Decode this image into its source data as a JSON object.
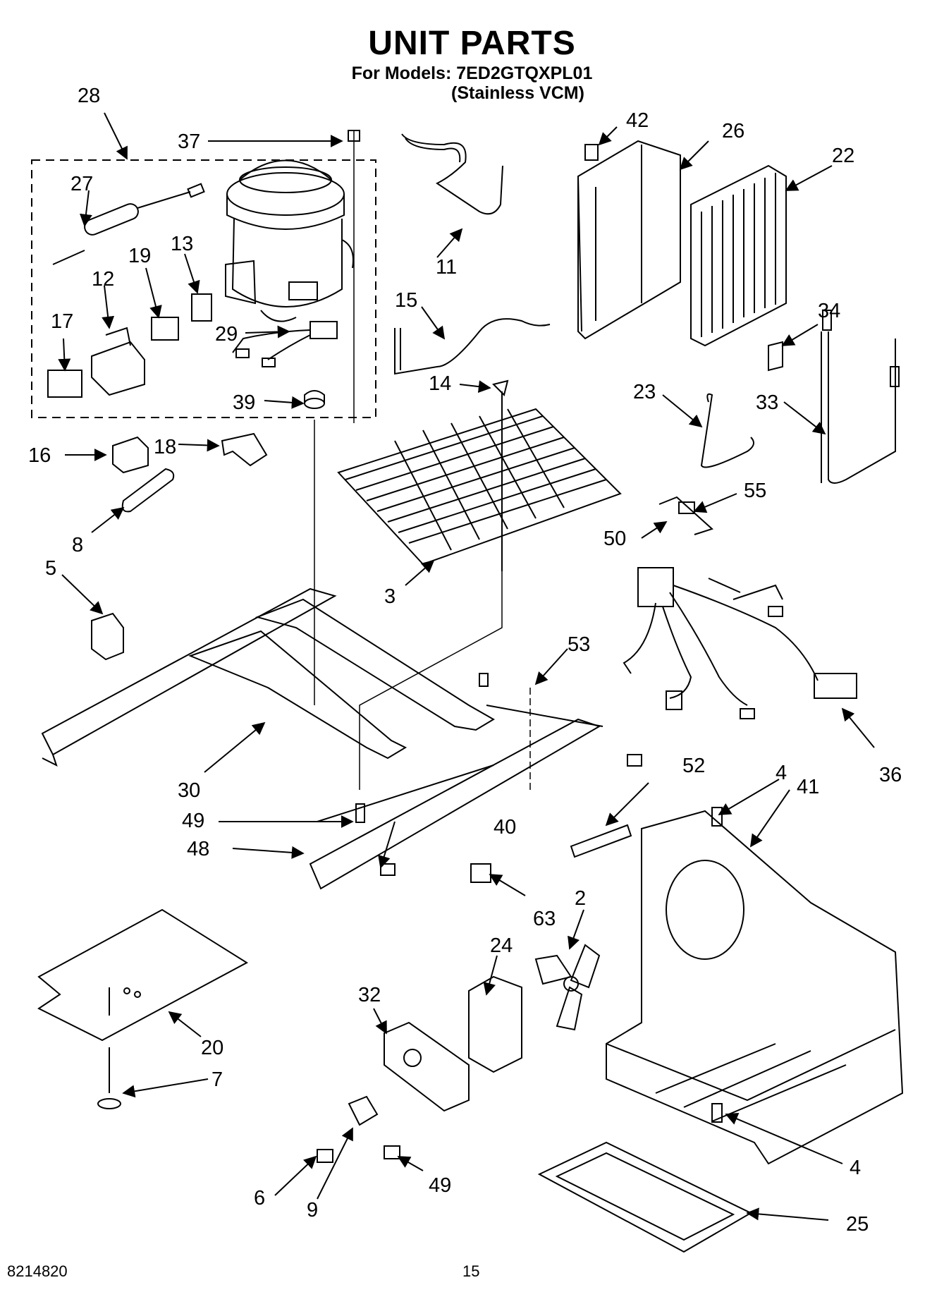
{
  "header": {
    "title": "UNIT PARTS",
    "models_line": "For Models: 7ED2GTQXPL01",
    "variant": "(Stainless VCM)"
  },
  "footer": {
    "doc_number": "8214820",
    "page_number": "15"
  },
  "callouts": [
    {
      "id": "c28",
      "label": "28"
    },
    {
      "id": "c37",
      "label": "37"
    },
    {
      "id": "c27",
      "label": "27"
    },
    {
      "id": "c19",
      "label": "19"
    },
    {
      "id": "c13",
      "label": "13"
    },
    {
      "id": "c12",
      "label": "12"
    },
    {
      "id": "c17",
      "label": "17"
    },
    {
      "id": "c29",
      "label": "29"
    },
    {
      "id": "c39",
      "label": "39"
    },
    {
      "id": "c11",
      "label": "11"
    },
    {
      "id": "c15",
      "label": "15"
    },
    {
      "id": "c42",
      "label": "42"
    },
    {
      "id": "c26",
      "label": "26"
    },
    {
      "id": "c22",
      "label": "22"
    },
    {
      "id": "c34",
      "label": "34"
    },
    {
      "id": "c14",
      "label": "14"
    },
    {
      "id": "c23",
      "label": "23"
    },
    {
      "id": "c33",
      "label": "33"
    },
    {
      "id": "c16",
      "label": "16"
    },
    {
      "id": "c18",
      "label": "18"
    },
    {
      "id": "c8",
      "label": "8"
    },
    {
      "id": "c55",
      "label": "55"
    },
    {
      "id": "c50",
      "label": "50"
    },
    {
      "id": "c5",
      "label": "5"
    },
    {
      "id": "c3",
      "label": "3"
    },
    {
      "id": "c53",
      "label": "53"
    },
    {
      "id": "c36",
      "label": "36"
    },
    {
      "id": "c30",
      "label": "30"
    },
    {
      "id": "c52",
      "label": "52"
    },
    {
      "id": "c4a",
      "label": "4"
    },
    {
      "id": "c41",
      "label": "41"
    },
    {
      "id": "c49a",
      "label": "49"
    },
    {
      "id": "c40",
      "label": "40"
    },
    {
      "id": "c48",
      "label": "48"
    },
    {
      "id": "c63",
      "label": "63"
    },
    {
      "id": "c2",
      "label": "2"
    },
    {
      "id": "c24",
      "label": "24"
    },
    {
      "id": "c32",
      "label": "32"
    },
    {
      "id": "c20",
      "label": "20"
    },
    {
      "id": "c7",
      "label": "7"
    },
    {
      "id": "c6",
      "label": "6"
    },
    {
      "id": "c9",
      "label": "9"
    },
    {
      "id": "c49b",
      "label": "49"
    },
    {
      "id": "c4b",
      "label": "4"
    },
    {
      "id": "c25",
      "label": "25"
    }
  ]
}
